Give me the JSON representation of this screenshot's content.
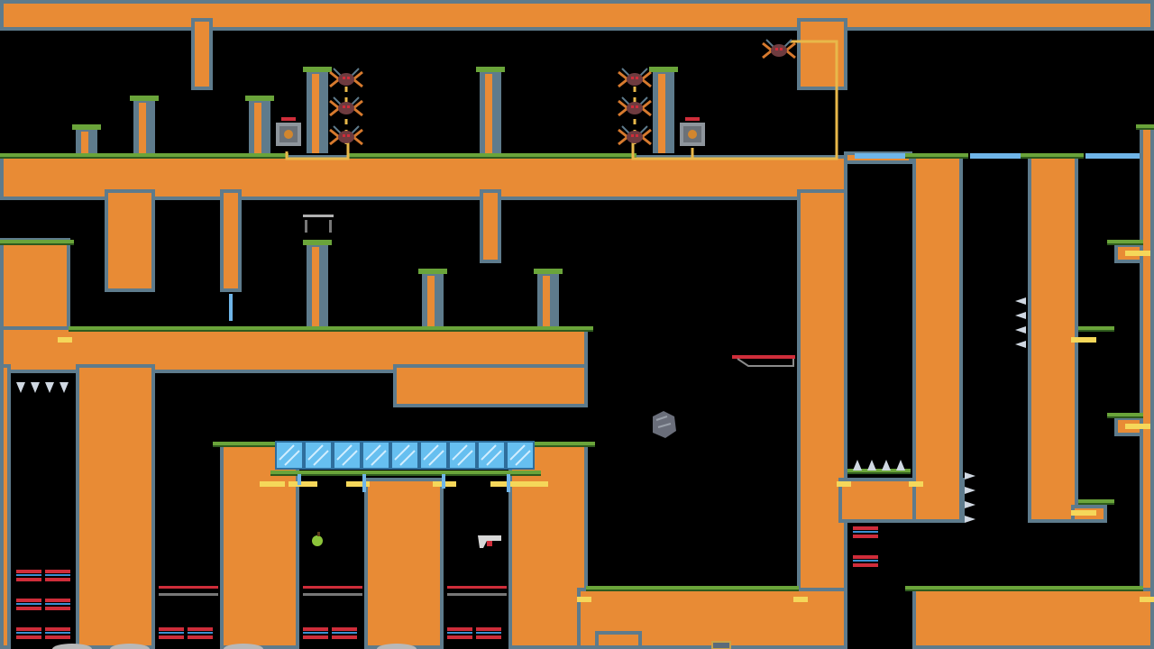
{
  "colors": {
    "background": "#000000",
    "wall_fill": "#E88B35",
    "wall_edge": "#5E7B8C",
    "grass_top": "#6AA43A",
    "grass_under": "#2F5B1E",
    "red_trim": "#C8362E",
    "yellow_highlight": "#F5D75A",
    "rail": "#E8B84A",
    "ice_fill": "#66BFF0",
    "ice_stripe": "#D2EEFF",
    "water_strip": "#6FB5E8",
    "spike": "#D0D8E2",
    "spider_body": "#6E3B3F",
    "spider_legs": "#D77A2E",
    "hazard_red": "#CF2D3A",
    "hazard_blue": "#3A8FD1",
    "pickup_green": "#8CC43A",
    "sentinel": "#5A6B7A"
  },
  "sprites": {
    "spider": "spider-enemy",
    "switch": "switch-box",
    "ice_block": "ice-block",
    "spike_down": "spike-down",
    "spike_up": "spike-up",
    "spike_left": "spike-left",
    "spike_right": "spike-right",
    "barrier": "laser-barrier",
    "fruit": "fruit-pickup",
    "blaster": "blaster-pickup",
    "rock": "floating-rock"
  }
}
